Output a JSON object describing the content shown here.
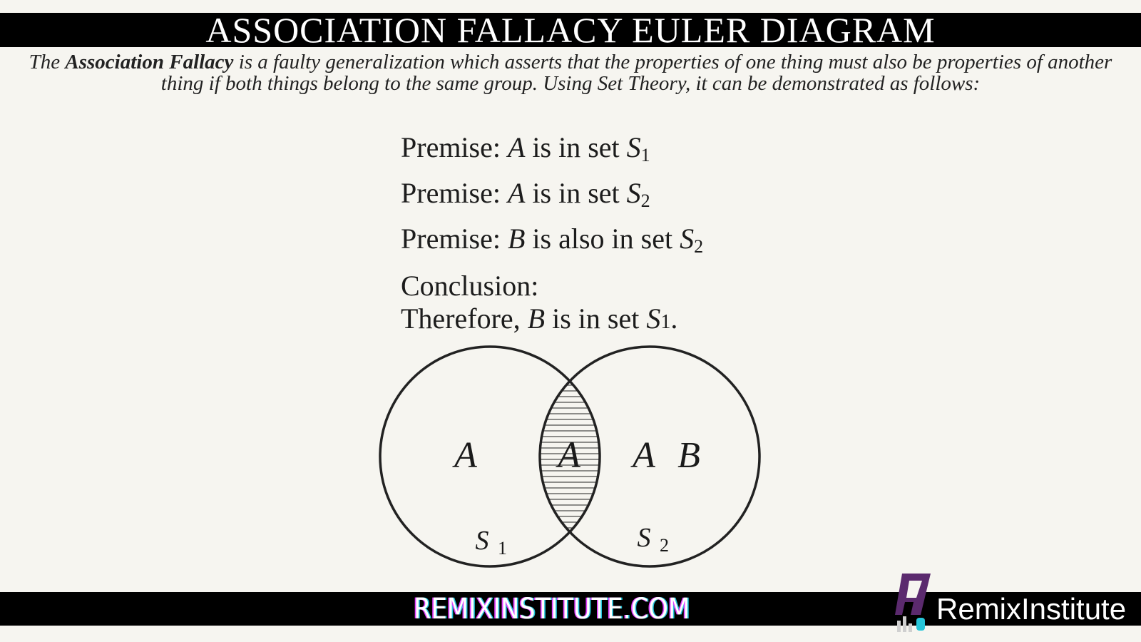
{
  "header": {
    "title": "ASSOCIATION FALLACY EULER DIAGRAM"
  },
  "intro": {
    "prefix": "The ",
    "term": "Association Fallacy",
    "suffix": " is a faulty generalization which asserts that the properties of one thing must also be properties of another thing if both things belong to the same group. Using Set Theory, it can be demonstrated as follows:"
  },
  "premises": [
    {
      "label": "Premise: ",
      "subject": "A",
      "text": " is in set ",
      "set": "S",
      "sub": "1",
      "end": ""
    },
    {
      "label": "Premise: ",
      "subject": "A",
      "text": " is in set ",
      "set": "S",
      "sub": "2",
      "end": ""
    },
    {
      "label": "Premise: ",
      "subject": "B",
      "text": " is also in set ",
      "set": "S",
      "sub": "2",
      "end": ""
    }
  ],
  "conclusion": {
    "heading": "Conclusion:",
    "lead": "Therefore, ",
    "subject": "B",
    "text": " is in set ",
    "set": "S",
    "sub": "1",
    "end": "."
  },
  "diagram": {
    "left_only": "A",
    "overlap": "A",
    "right_a": "A",
    "right_b": "B",
    "set1": "S",
    "set1_sub": "1",
    "set2": "S",
    "set2_sub": "2"
  },
  "footer": {
    "url": "REMIXINSTITUTE.COM",
    "brand": "RemixInstitute"
  },
  "colors": {
    "background": "#f6f5f0",
    "bar": "#000000",
    "ink": "#1a1a1a",
    "logo_purple": "#5b2a6e",
    "logo_teal": "#26c6da"
  },
  "icons": {
    "logo": "remix-institute-logo-icon"
  }
}
